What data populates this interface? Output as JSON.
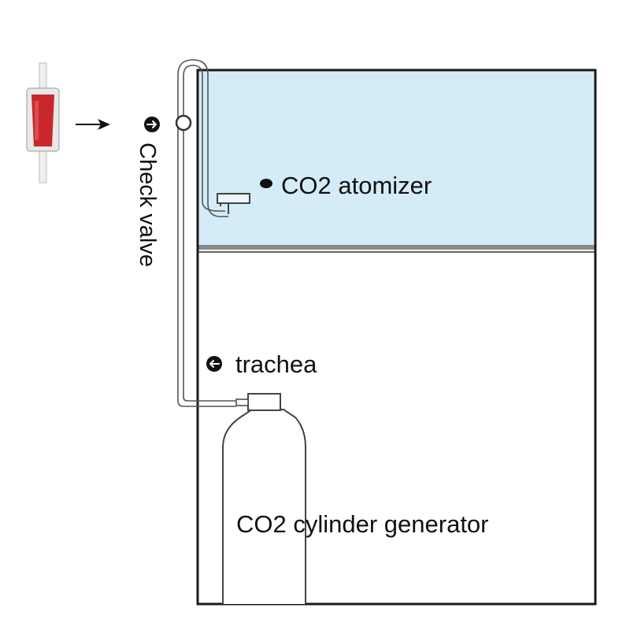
{
  "labels": {
    "atomizer": "CO2 atomizer",
    "check_valve": "Check valve",
    "trachea": "trachea",
    "generator": "CO2 cylinder generator"
  },
  "colors": {
    "water": "#d4ecf7",
    "outline": "#1a1a1a",
    "tube": "#555555",
    "valve_red": "#c8282c",
    "valve_clear": "#e8e8e8"
  },
  "icons": {
    "arrow": "right-arrow",
    "bullet": "dot-icon",
    "pointer": "circled-arrow-icon"
  }
}
